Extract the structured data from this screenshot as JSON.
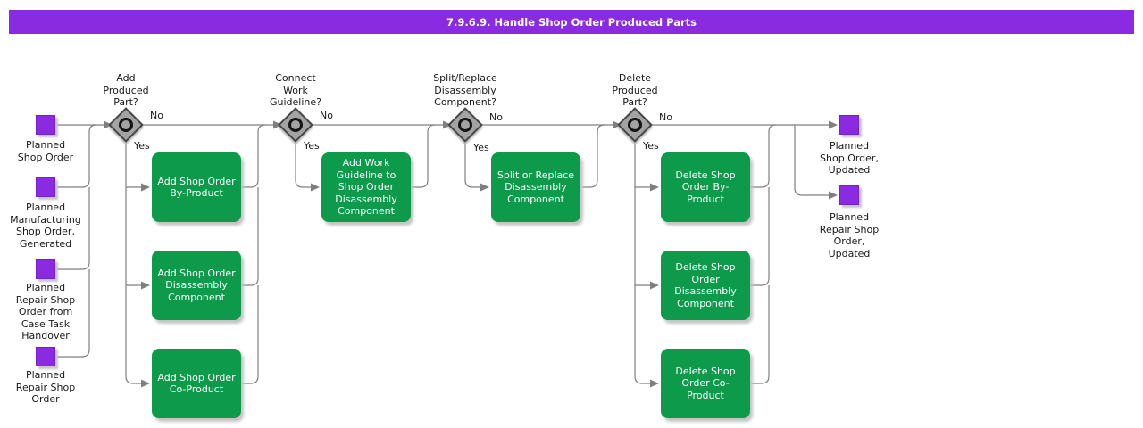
{
  "title": "7.9.6.9. Handle Shop Order Produced Parts",
  "colors": {
    "accent_purple": "#8A2BE2",
    "action_green": "#0D9B4B",
    "connector_gray": "#7F7F7F",
    "diamond_gray": "#A3A3A3"
  },
  "inputs": [
    {
      "label": "Planned\nShop Order"
    },
    {
      "label": "Planned\nManufacturing\nShop Order,\nGenerated"
    },
    {
      "label": "Planned\nRepair Shop\nOrder from\nCase Task\nHandover"
    },
    {
      "label": "Planned\nRepair Shop\nOrder"
    }
  ],
  "decisions": [
    {
      "question": "Add\nProduced\nPart?",
      "no_label": "No",
      "yes_label": "Yes"
    },
    {
      "question": "Connect\nWork\nGuideline?",
      "no_label": "No",
      "yes_label": "Yes"
    },
    {
      "question": "Split/Replace\nDisassembly\nComponent?",
      "no_label": "No",
      "yes_label": "Yes"
    },
    {
      "question": "Delete\nProduced\nPart?",
      "no_label": "No",
      "yes_label": "Yes"
    }
  ],
  "actions": [
    {
      "label": "Add Shop Order\nBy-Product"
    },
    {
      "label": "Add Shop Order\nDisassembly\nComponent"
    },
    {
      "label": "Add Shop Order\nCo-Product"
    },
    {
      "label": "Add Work\nGuideline to\nShop Order\nDisassembly\nComponent"
    },
    {
      "label": "Split or Replace\nDisassembly\nComponent"
    },
    {
      "label": "Delete Shop\nOrder By-\nProduct"
    },
    {
      "label": "Delete Shop\nOrder\nDisassembly\nComponent"
    },
    {
      "label": "Delete Shop\nOrder Co-\nProduct"
    }
  ],
  "outputs": [
    {
      "label": "Planned\nShop Order,\nUpdated"
    },
    {
      "label": "Planned\nRepair Shop\nOrder,\nUpdated"
    }
  ]
}
